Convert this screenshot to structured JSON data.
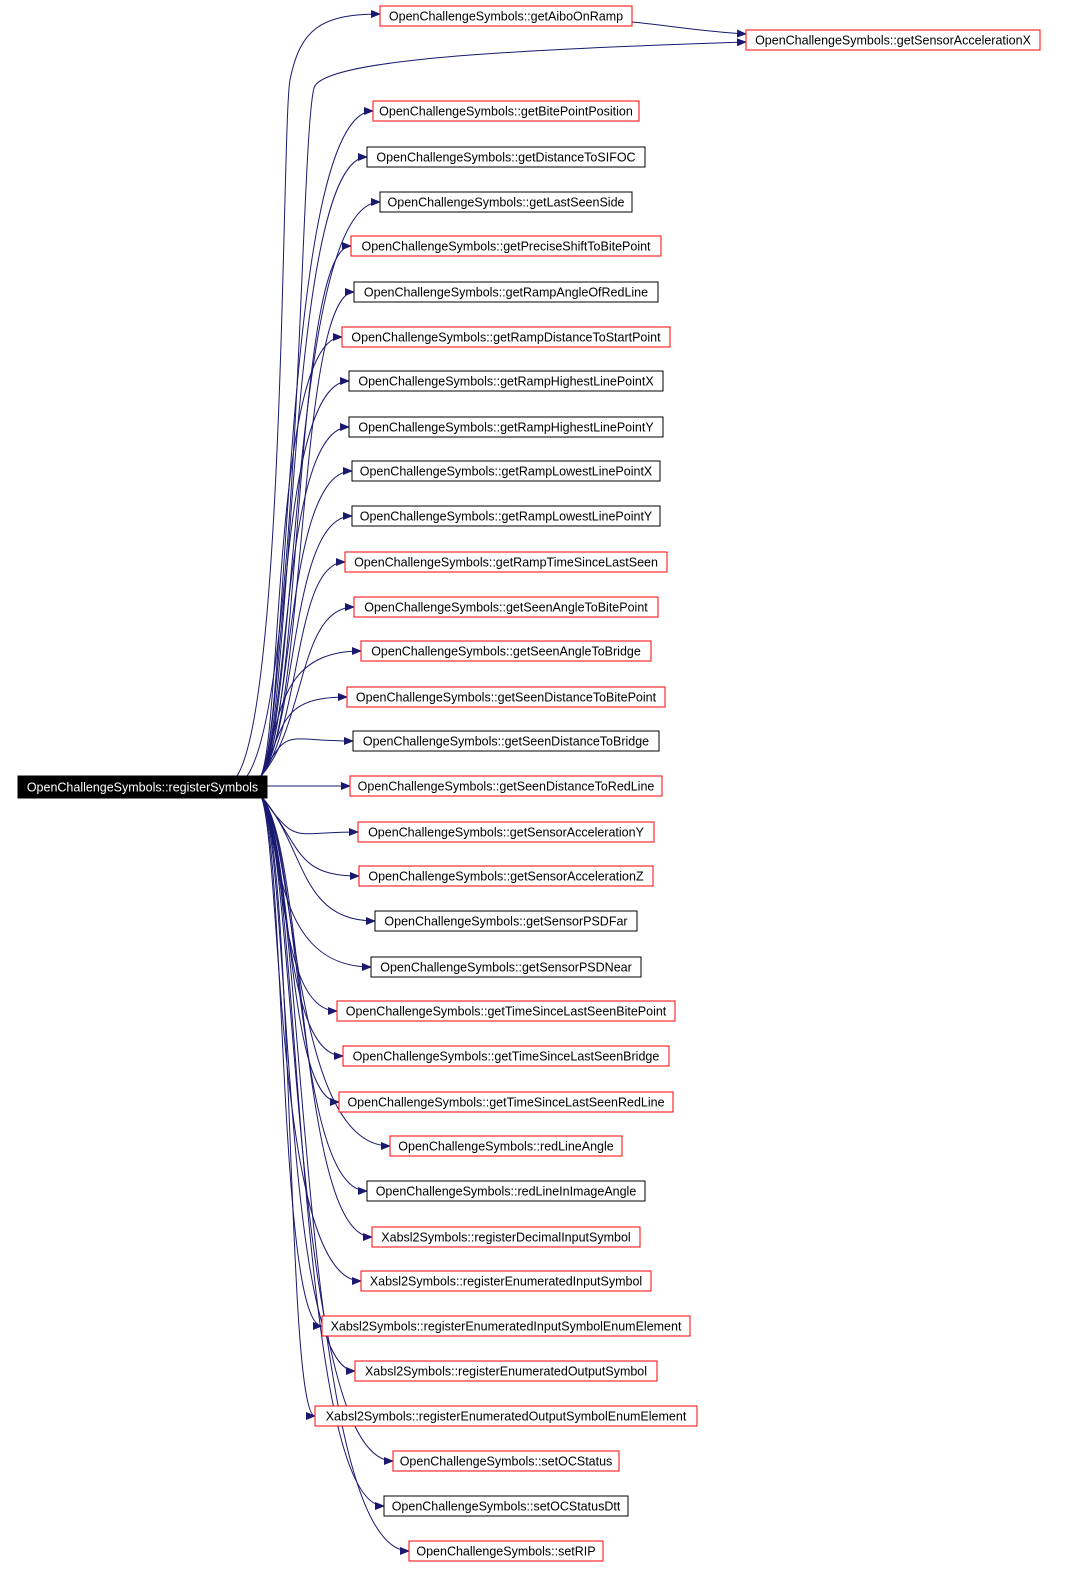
{
  "graph": {
    "root": {
      "label": "OpenChallengeSymbols::registerSymbols",
      "fill": "#000000",
      "text_color": "#ffffff"
    },
    "colors": {
      "edge": "#191970",
      "undocumented_border": "#ff0000",
      "documented_border": "#000000",
      "text": "#000000",
      "background": "#ffffff"
    },
    "chain": {
      "from": "OpenChallengeSymbols::getAiboOnRamp",
      "to": "OpenChallengeSymbols::getSensorAccelerationX"
    },
    "nodes": [
      {
        "label": "OpenChallengeSymbols::getAiboOnRamp",
        "border": "red"
      },
      {
        "label": "OpenChallengeSymbols::getSensorAccelerationX",
        "border": "red"
      },
      {
        "label": "OpenChallengeSymbols::getBitePointPosition",
        "border": "red"
      },
      {
        "label": "OpenChallengeSymbols::getDistanceToSIFOC",
        "border": "black"
      },
      {
        "label": "OpenChallengeSymbols::getLastSeenSide",
        "border": "black"
      },
      {
        "label": "OpenChallengeSymbols::getPreciseShiftToBitePoint",
        "border": "red"
      },
      {
        "label": "OpenChallengeSymbols::getRampAngleOfRedLine",
        "border": "black"
      },
      {
        "label": "OpenChallengeSymbols::getRampDistanceToStartPoint",
        "border": "red"
      },
      {
        "label": "OpenChallengeSymbols::getRampHighestLinePointX",
        "border": "black"
      },
      {
        "label": "OpenChallengeSymbols::getRampHighestLinePointY",
        "border": "black"
      },
      {
        "label": "OpenChallengeSymbols::getRampLowestLinePointX",
        "border": "black"
      },
      {
        "label": "OpenChallengeSymbols::getRampLowestLinePointY",
        "border": "black"
      },
      {
        "label": "OpenChallengeSymbols::getRampTimeSinceLastSeen",
        "border": "red"
      },
      {
        "label": "OpenChallengeSymbols::getSeenAngleToBitePoint",
        "border": "red"
      },
      {
        "label": "OpenChallengeSymbols::getSeenAngleToBridge",
        "border": "red"
      },
      {
        "label": "OpenChallengeSymbols::getSeenDistanceToBitePoint",
        "border": "red"
      },
      {
        "label": "OpenChallengeSymbols::getSeenDistanceToBridge",
        "border": "black"
      },
      {
        "label": "OpenChallengeSymbols::getSeenDistanceToRedLine",
        "border": "red"
      },
      {
        "label": "OpenChallengeSymbols::getSensorAccelerationY",
        "border": "red"
      },
      {
        "label": "OpenChallengeSymbols::getSensorAccelerationZ",
        "border": "red"
      },
      {
        "label": "OpenChallengeSymbols::getSensorPSDFar",
        "border": "black"
      },
      {
        "label": "OpenChallengeSymbols::getSensorPSDNear",
        "border": "black"
      },
      {
        "label": "OpenChallengeSymbols::getTimeSinceLastSeenBitePoint",
        "border": "red"
      },
      {
        "label": "OpenChallengeSymbols::getTimeSinceLastSeenBridge",
        "border": "red"
      },
      {
        "label": "OpenChallengeSymbols::getTimeSinceLastSeenRedLine",
        "border": "red"
      },
      {
        "label": "OpenChallengeSymbols::redLineAngle",
        "border": "red"
      },
      {
        "label": "OpenChallengeSymbols::redLineInImageAngle",
        "border": "black"
      },
      {
        "label": "Xabsl2Symbols::registerDecimalInputSymbol",
        "border": "red"
      },
      {
        "label": "Xabsl2Symbols::registerEnumeratedInputSymbol",
        "border": "red"
      },
      {
        "label": "Xabsl2Symbols::registerEnumeratedInputSymbolEnumElement",
        "border": "red"
      },
      {
        "label": "Xabsl2Symbols::registerEnumeratedOutputSymbol",
        "border": "red"
      },
      {
        "label": "Xabsl2Symbols::registerEnumeratedOutputSymbolEnumElement",
        "border": "red"
      },
      {
        "label": "OpenChallengeSymbols::setOCStatus",
        "border": "red"
      },
      {
        "label": "OpenChallengeSymbols::setOCStatusDtt",
        "border": "black"
      },
      {
        "label": "OpenChallengeSymbols::setRIP",
        "border": "red"
      }
    ]
  }
}
